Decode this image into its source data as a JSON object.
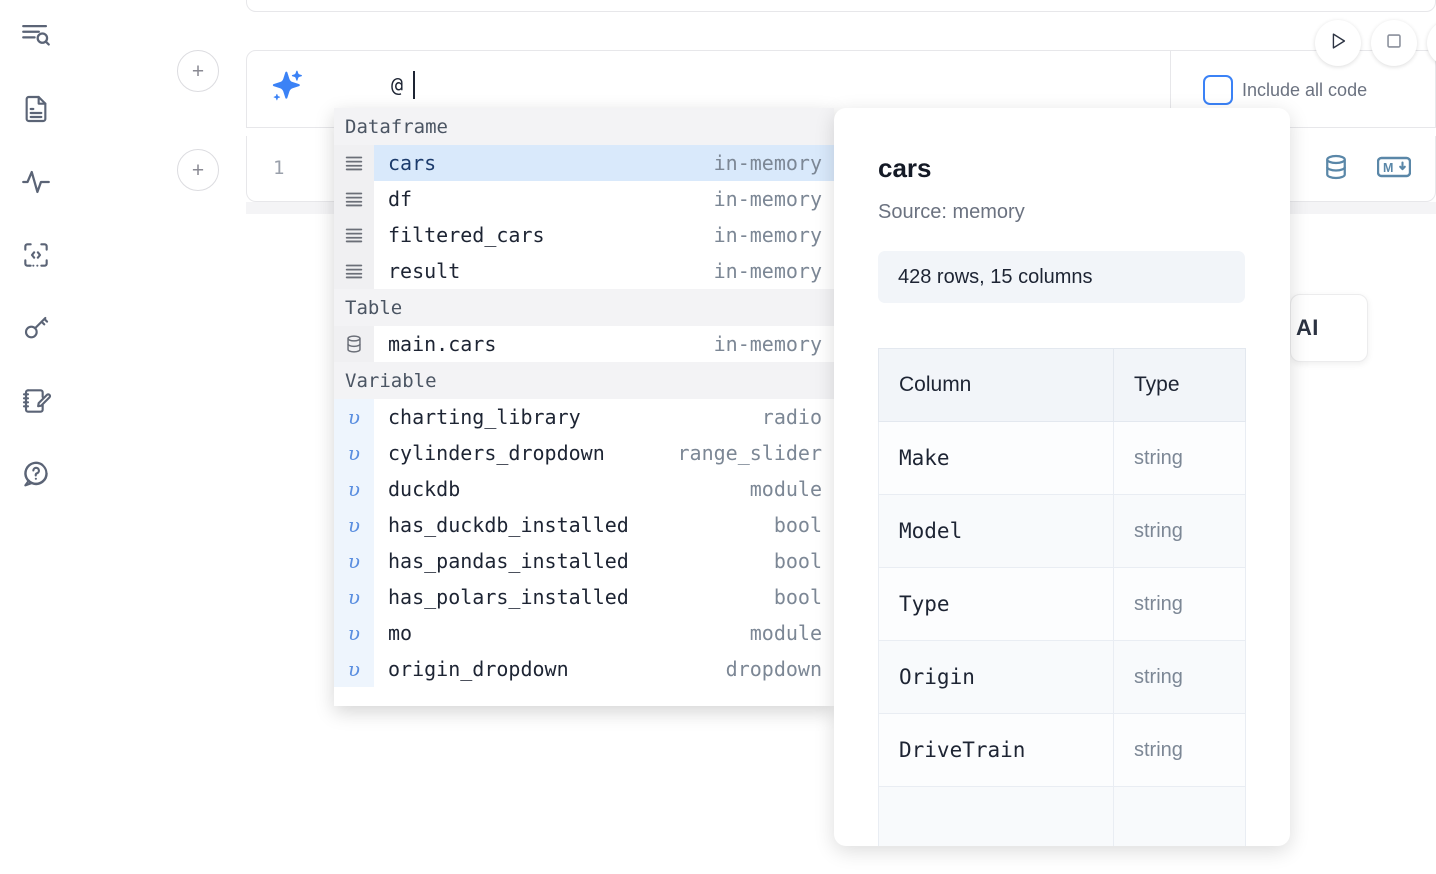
{
  "sidebar": {
    "items": [
      {
        "name": "explore-outline-icon",
        "label": "Outline / search"
      },
      {
        "name": "document-icon",
        "label": "Notebook file"
      },
      {
        "name": "activity-icon",
        "label": "Activity / runtime"
      },
      {
        "name": "code-snippet-icon",
        "label": "Snippets"
      },
      {
        "name": "key-icon",
        "label": "Secrets"
      },
      {
        "name": "scratchpad-icon",
        "label": "Scratchpad"
      },
      {
        "name": "help-icon",
        "label": "Help"
      }
    ]
  },
  "toolbar": {
    "run_label": "Run",
    "stop_label": "Stop",
    "more_label": "More",
    "include_all_code_label": "Include all code",
    "include_all_code_checked": false,
    "add_cell_label": "+"
  },
  "ai_prompt": {
    "icon": "sparkles-icon",
    "value": "@",
    "placeholder": ""
  },
  "code_cell": {
    "line_number": "1",
    "content": "",
    "icons": [
      {
        "name": "database-icon",
        "label": "SQL cell"
      },
      {
        "name": "markdown-icon",
        "label": "Markdown cell"
      }
    ]
  },
  "ai_cta": {
    "label": "AI"
  },
  "autocomplete": {
    "groups": [
      {
        "label": "Dataframe",
        "icon": "dataframe-icon",
        "items": [
          {
            "name": "cars",
            "type": "in-memory",
            "selected": true
          },
          {
            "name": "df",
            "type": "in-memory",
            "selected": false
          },
          {
            "name": "filtered_cars",
            "type": "in-memory",
            "selected": false
          },
          {
            "name": "result",
            "type": "in-memory",
            "selected": false
          }
        ]
      },
      {
        "label": "Table",
        "icon": "table-icon",
        "items": [
          {
            "name": "main.cars",
            "type": "in-memory",
            "selected": false
          }
        ]
      },
      {
        "label": "Variable",
        "icon": "variable-icon",
        "items": [
          {
            "name": "charting_library",
            "type": "radio",
            "selected": false
          },
          {
            "name": "cylinders_dropdown",
            "type": "range_slider",
            "selected": false
          },
          {
            "name": "duckdb",
            "type": "module",
            "selected": false
          },
          {
            "name": "has_duckdb_installed",
            "type": "bool",
            "selected": false
          },
          {
            "name": "has_pandas_installed",
            "type": "bool",
            "selected": false
          },
          {
            "name": "has_polars_installed",
            "type": "bool",
            "selected": false
          },
          {
            "name": "mo",
            "type": "module",
            "selected": false
          },
          {
            "name": "origin_dropdown",
            "type": "dropdown",
            "selected": false
          }
        ]
      }
    ]
  },
  "detail_panel": {
    "title": "cars",
    "source": "Source: memory",
    "shape": "428 rows, 15 columns",
    "columns_header": "Column",
    "type_header": "Type",
    "rows": [
      {
        "column": "Make",
        "type": "string"
      },
      {
        "column": "Model",
        "type": "string"
      },
      {
        "column": "Type",
        "type": "string"
      },
      {
        "column": "Origin",
        "type": "string"
      },
      {
        "column": "DriveTrain",
        "type": "string"
      },
      {
        "column": "",
        "type": ""
      }
    ]
  },
  "colors": {
    "accent_blue": "#3b82f6",
    "selection_blue": "#d9e9fb",
    "sidebar_icon": "#5b6476",
    "muted_text": "#7c8795",
    "cell_icon": "#5a87a8"
  }
}
